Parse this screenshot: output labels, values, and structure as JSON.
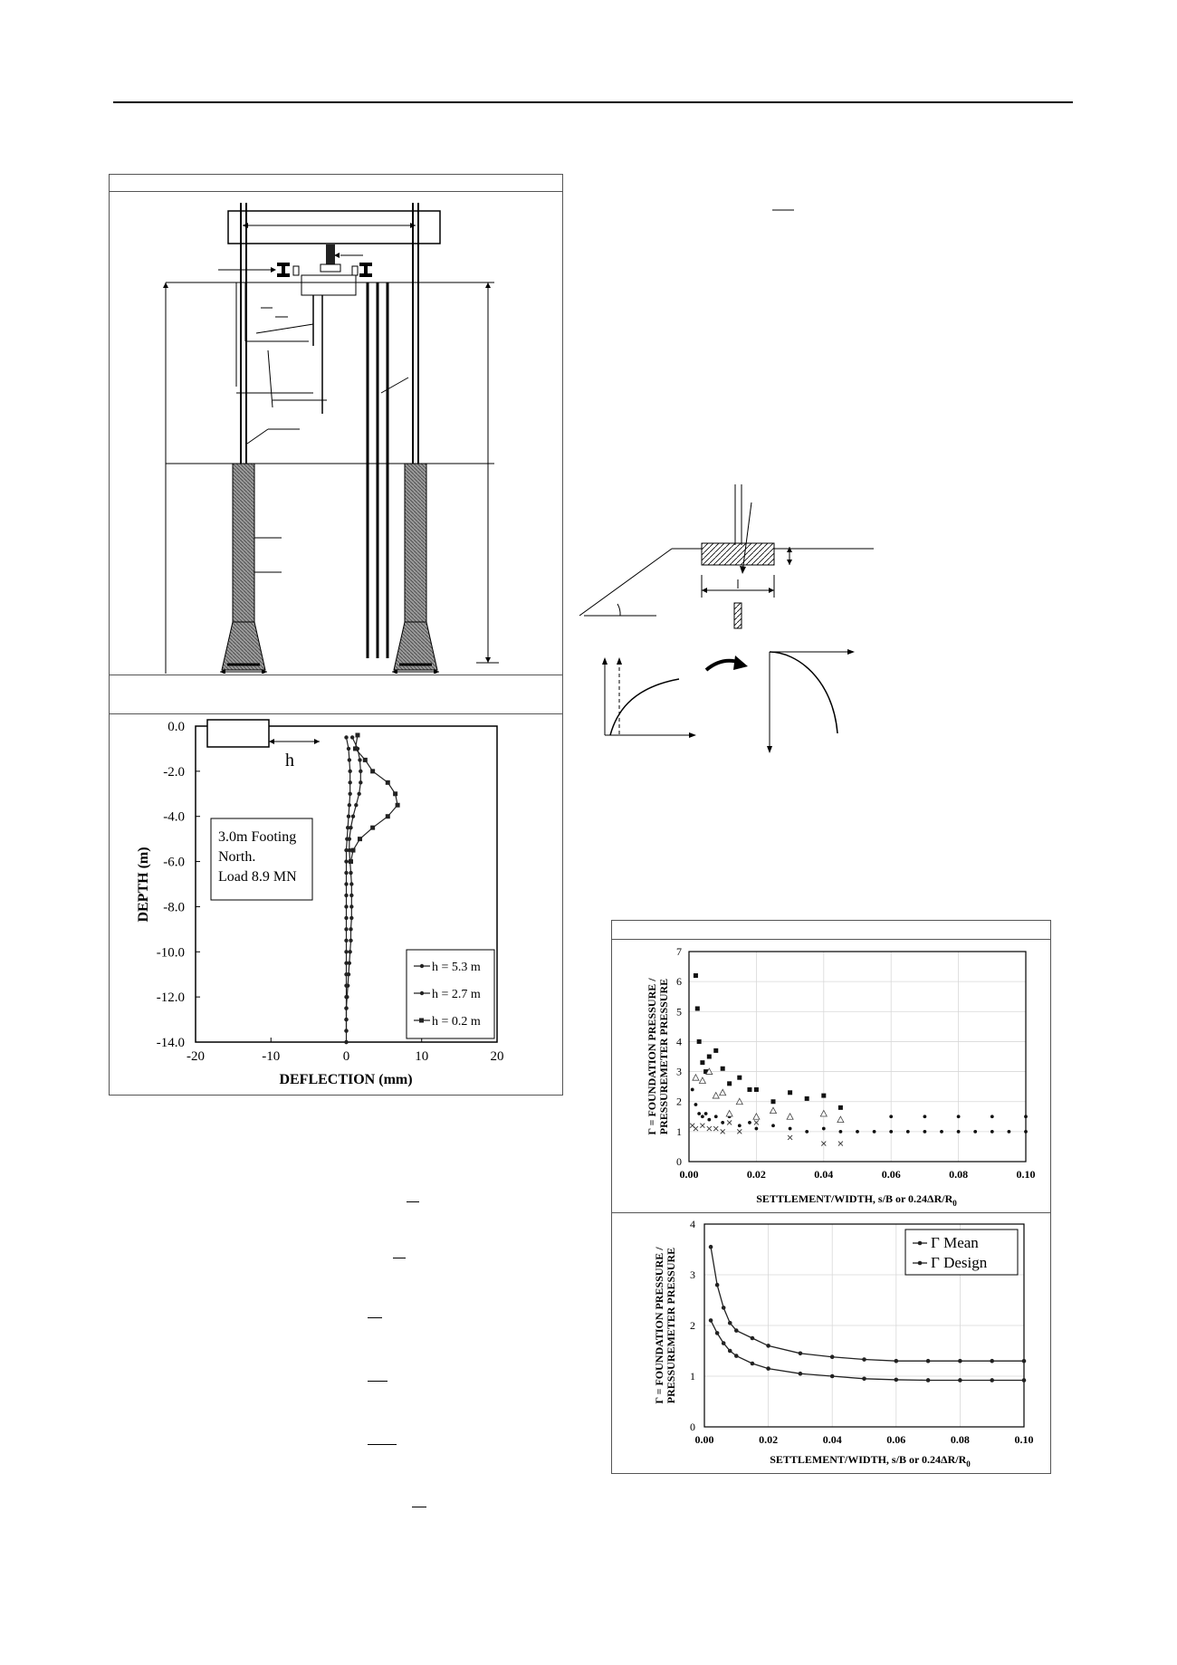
{
  "deflection_plot": {
    "legend": [
      "h = 5.3 m",
      "h = 2.7 m",
      "h = 0.2 m"
    ],
    "annotation": [
      "3.0m Footing",
      "North.",
      "Load 8.9 MN"
    ],
    "h_label": "h",
    "xlabel": "DEFLECTION (mm)",
    "ylabel": "DEPTH (m)",
    "x_ticks": [
      "-20",
      "-10",
      "0",
      "10",
      "20"
    ],
    "y_ticks": [
      "0.0",
      "-2.0",
      "-4.0",
      "-6.0",
      "-8.0",
      "-10.0",
      "-12.0",
      "-14.0"
    ]
  },
  "scatter_plot": {
    "ylabel_1": "Γ = FOUNDATION PRESSURE /",
    "ylabel_2": "PRESSUREMETER PRESSURE",
    "xlabel": "SETTLEMENT/WIDTH, s/B or 0.24ΔR/R",
    "xlabel_sub": "0",
    "x_ticks": [
      "0.00",
      "0.02",
      "0.04",
      "0.06",
      "0.08",
      "0.10"
    ],
    "y_ticks": [
      "0",
      "1",
      "2",
      "3",
      "4",
      "5",
      "6",
      "7"
    ]
  },
  "design_plot": {
    "ylabel_1": "Γ = FOUNDATION PRESSURE /",
    "ylabel_2": "PRESSUREMETER PRESSURE",
    "xlabel": "SETTLEMENT/WIDTH, s/B or 0.24ΔR/R",
    "xlabel_sub": "0",
    "x_ticks": [
      "0.00",
      "0.02",
      "0.04",
      "0.06",
      "0.08",
      "0.10"
    ],
    "y_ticks": [
      "0",
      "1",
      "2",
      "3",
      "4"
    ],
    "legend": [
      "Γ Mean",
      "Γ Design"
    ]
  },
  "chart_data": [
    {
      "type": "line",
      "xlabel": "DEFLECTION (mm)",
      "ylabel": "DEPTH (m)",
      "xlim": [
        -20,
        20
      ],
      "ylim": [
        -14,
        0
      ],
      "series": [
        {
          "name": "h = 5.3 m",
          "x": [
            0,
            0.3,
            0.4,
            0.5,
            0.5,
            0.5,
            0.4,
            0.3,
            0.2,
            0.1,
            0,
            0,
            0,
            0,
            0,
            0,
            0,
            0,
            0,
            0,
            0,
            0,
            0,
            0,
            0,
            0,
            0,
            0,
            0
          ],
          "y": [
            -0.5,
            -1,
            -1.5,
            -2,
            -2.5,
            -3,
            -3.5,
            -4,
            -4.5,
            -5,
            -5.5,
            -6,
            -6.5,
            -7,
            -7.5,
            -8,
            -8.5,
            -9,
            -9.5,
            -10,
            -10.5,
            -11,
            -11.5,
            -12,
            -12.5,
            -13,
            -13.5,
            -14,
            -14
          ]
        },
        {
          "name": "h = 2.7 m",
          "x": [
            0.8,
            1.5,
            1.8,
            1.9,
            1.9,
            1.7,
            1.3,
            0.9,
            0.6,
            0.4,
            0.4,
            0.5,
            0.6,
            0.7,
            0.7,
            0.7,
            0.7,
            0.6,
            0.6,
            0.5,
            0.4,
            0.3,
            0.2,
            0.1,
            0,
            0,
            0
          ],
          "y": [
            -0.5,
            -1,
            -1.5,
            -2,
            -2.5,
            -3,
            -3.5,
            -4,
            -4.5,
            -5,
            -5.5,
            -6,
            -6.5,
            -7,
            -7.5,
            -8,
            -8.5,
            -9,
            -9.5,
            -10,
            -10.5,
            -11,
            -11.5,
            -12,
            -12.5,
            -13,
            -13.5
          ]
        },
        {
          "name": "h = 0.2 m",
          "x": [
            1.5,
            1.2,
            2.5,
            3.5,
            5.5,
            6.5,
            6.8,
            5.5,
            3.5,
            1.8,
            0.9,
            0.6
          ],
          "y": [
            -0.4,
            -1,
            -1.5,
            -2,
            -2.5,
            -3,
            -3.5,
            -4,
            -4.5,
            -5,
            -5.5,
            -6
          ]
        }
      ]
    },
    {
      "type": "scatter",
      "xlabel": "SETTLEMENT/WIDTH, s/B or 0.24ΔR/R0",
      "ylabel": "Γ = FOUNDATION PRESSURE / PRESSUREMETER PRESSURE",
      "xlim": [
        0,
        0.1
      ],
      "ylim": [
        0,
        7
      ],
      "series": [
        {
          "name": "dot",
          "x": [
            0.001,
            0.002,
            0.003,
            0.004,
            0.005,
            0.006,
            0.008,
            0.01,
            0.012,
            0.015,
            0.018,
            0.02,
            0.025,
            0.03,
            0.035,
            0.04,
            0.045,
            0.05,
            0.055,
            0.06,
            0.065,
            0.07,
            0.075,
            0.08,
            0.085,
            0.09,
            0.095,
            0.1,
            0.06,
            0.07,
            0.08,
            0.09,
            0.1
          ],
          "y": [
            2.4,
            1.9,
            1.6,
            1.5,
            1.6,
            1.4,
            1.5,
            1.3,
            1.5,
            1.2,
            1.3,
            1.1,
            1.2,
            1.1,
            1.0,
            1.1,
            1.0,
            1.0,
            1.0,
            1.0,
            1.0,
            1.0,
            1.0,
            1.0,
            1.0,
            1.0,
            1.0,
            1.0,
            1.5,
            1.5,
            1.5,
            1.5,
            1.5
          ]
        },
        {
          "name": "square",
          "x": [
            0.002,
            0.0025,
            0.003,
            0.004,
            0.005,
            0.006,
            0.008,
            0.01,
            0.012,
            0.015,
            0.018,
            0.02,
            0.025,
            0.03,
            0.035,
            0.04,
            0.045
          ],
          "y": [
            6.2,
            5.1,
            4.0,
            3.3,
            3.0,
            3.5,
            3.7,
            3.1,
            2.6,
            2.8,
            2.4,
            2.4,
            2.0,
            2.3,
            2.1,
            2.2,
            1.8
          ]
        },
        {
          "name": "triangle",
          "x": [
            0.002,
            0.004,
            0.006,
            0.008,
            0.01,
            0.012,
            0.015,
            0.02,
            0.025,
            0.03,
            0.04,
            0.045
          ],
          "y": [
            2.8,
            2.7,
            3.0,
            2.2,
            2.3,
            1.6,
            2.0,
            1.5,
            1.7,
            1.5,
            1.6,
            1.4
          ]
        },
        {
          "name": "cross",
          "x": [
            0.001,
            0.002,
            0.004,
            0.006,
            0.008,
            0.01,
            0.012,
            0.015,
            0.02,
            0.03,
            0.04,
            0.045
          ],
          "y": [
            1.2,
            1.1,
            1.2,
            1.1,
            1.1,
            1.0,
            1.3,
            1.0,
            1.3,
            0.8,
            0.6,
            0.6
          ]
        }
      ]
    },
    {
      "type": "line",
      "xlabel": "SETTLEMENT/WIDTH, s/B or 0.24ΔR/R0",
      "ylabel": "Γ = FOUNDATION PRESSURE / PRESSUREMETER PRESSURE",
      "xlim": [
        0,
        0.1
      ],
      "ylim": [
        0,
        4
      ],
      "series": [
        {
          "name": "Γ Mean",
          "x": [
            0.002,
            0.004,
            0.006,
            0.008,
            0.01,
            0.015,
            0.02,
            0.03,
            0.04,
            0.05,
            0.06,
            0.07,
            0.08,
            0.09,
            0.1
          ],
          "y": [
            3.55,
            2.8,
            2.35,
            2.05,
            1.9,
            1.75,
            1.6,
            1.45,
            1.38,
            1.33,
            1.3,
            1.3,
            1.3,
            1.3,
            1.3
          ]
        },
        {
          "name": "Γ Design",
          "x": [
            0.002,
            0.004,
            0.006,
            0.008,
            0.01,
            0.015,
            0.02,
            0.03,
            0.04,
            0.05,
            0.06,
            0.07,
            0.08,
            0.09,
            0.1
          ],
          "y": [
            2.1,
            1.85,
            1.65,
            1.5,
            1.4,
            1.25,
            1.15,
            1.05,
            1.0,
            0.95,
            0.93,
            0.92,
            0.92,
            0.92,
            0.92
          ]
        }
      ]
    }
  ]
}
